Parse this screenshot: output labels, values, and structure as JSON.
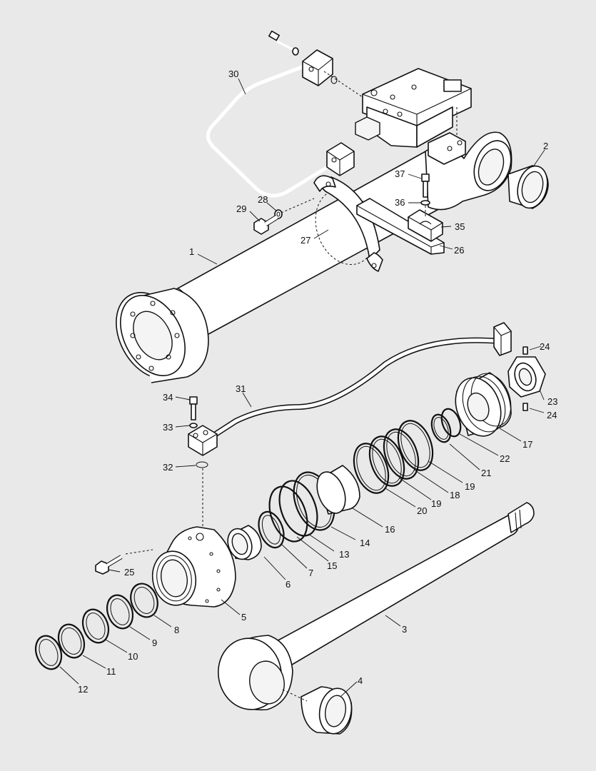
{
  "callouts": [
    {
      "id": "1",
      "text": "1"
    },
    {
      "id": "2",
      "text": "2"
    },
    {
      "id": "3",
      "text": "3"
    },
    {
      "id": "4",
      "text": "4"
    },
    {
      "id": "5",
      "text": "5"
    },
    {
      "id": "6",
      "text": "6"
    },
    {
      "id": "7",
      "text": "7"
    },
    {
      "id": "8",
      "text": "8"
    },
    {
      "id": "9",
      "text": "9"
    },
    {
      "id": "10",
      "text": "10"
    },
    {
      "id": "11",
      "text": "11"
    },
    {
      "id": "12",
      "text": "12"
    },
    {
      "id": "13",
      "text": "13"
    },
    {
      "id": "14",
      "text": "14"
    },
    {
      "id": "15",
      "text": "15"
    },
    {
      "id": "16",
      "text": "16"
    },
    {
      "id": "17",
      "text": "17"
    },
    {
      "id": "18",
      "text": "18"
    },
    {
      "id": "19a",
      "text": "19"
    },
    {
      "id": "19b",
      "text": "19"
    },
    {
      "id": "20",
      "text": "20"
    },
    {
      "id": "21",
      "text": "21"
    },
    {
      "id": "22",
      "text": "22"
    },
    {
      "id": "23",
      "text": "23"
    },
    {
      "id": "24a",
      "text": "24"
    },
    {
      "id": "24b",
      "text": "24"
    },
    {
      "id": "25",
      "text": "25"
    },
    {
      "id": "26",
      "text": "26"
    },
    {
      "id": "27",
      "text": "27"
    },
    {
      "id": "28",
      "text": "28"
    },
    {
      "id": "29",
      "text": "29"
    },
    {
      "id": "30",
      "text": "30"
    },
    {
      "id": "31",
      "text": "31"
    },
    {
      "id": "32",
      "text": "32"
    },
    {
      "id": "33",
      "text": "33"
    },
    {
      "id": "34",
      "text": "34"
    },
    {
      "id": "35",
      "text": "35"
    },
    {
      "id": "36",
      "text": "36"
    },
    {
      "id": "37",
      "text": "37"
    }
  ],
  "colors": {
    "background": "#e9e9e9",
    "line": "#111111",
    "fill": "#ffffff"
  }
}
